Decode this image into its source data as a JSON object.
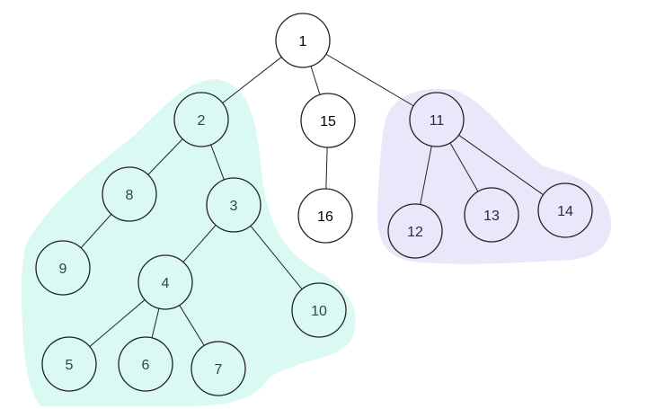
{
  "tree": {
    "nodes": [
      "1",
      "2",
      "15",
      "11",
      "8",
      "3",
      "16",
      "12",
      "13",
      "14",
      "9",
      "4",
      "10",
      "5",
      "6",
      "7"
    ],
    "edges": [
      [
        "1",
        "2"
      ],
      [
        "1",
        "15"
      ],
      [
        "1",
        "11"
      ],
      [
        "2",
        "8"
      ],
      [
        "2",
        "3"
      ],
      [
        "15",
        "16"
      ],
      [
        "11",
        "12"
      ],
      [
        "11",
        "13"
      ],
      [
        "11",
        "14"
      ],
      [
        "8",
        "9"
      ],
      [
        "3",
        "4"
      ],
      [
        "3",
        "10"
      ],
      [
        "4",
        "5"
      ],
      [
        "4",
        "6"
      ],
      [
        "4",
        "7"
      ]
    ],
    "groups": [
      {
        "name": "teal-group",
        "color": "#d9f9f2",
        "text_color": "#2e4450",
        "members": [
          "2",
          "8",
          "3",
          "9",
          "4",
          "10",
          "5",
          "6",
          "7"
        ]
      },
      {
        "name": "purple-group",
        "color": "#ebe7fb",
        "text_color": "#2c2a4a",
        "members": [
          "11",
          "12",
          "13",
          "14"
        ]
      }
    ],
    "default_text_color": "#000000"
  }
}
